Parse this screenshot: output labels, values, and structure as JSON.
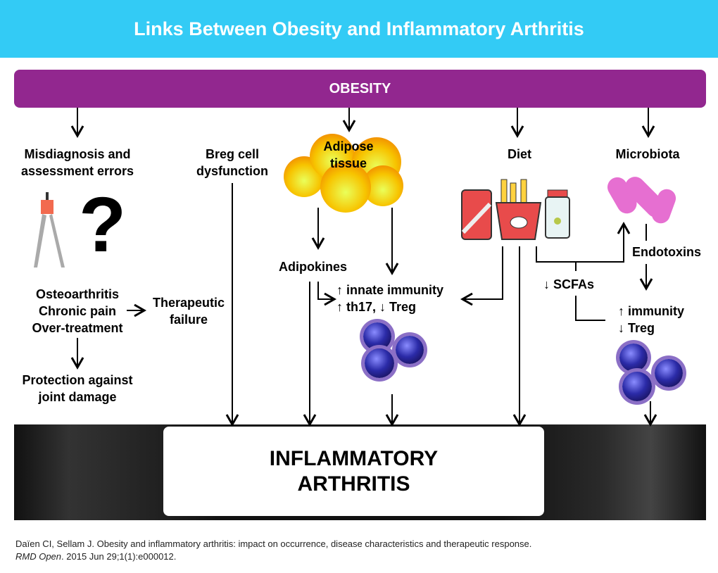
{
  "title": "Links Between Obesity and Inflammatory Arthritis",
  "top": "OBESITY",
  "columns": {
    "misdiagnosis": [
      "Misdiagnosis and",
      "assessment errors"
    ],
    "breg": [
      "Breg cell",
      "dysfunction"
    ],
    "adipose": [
      "Adipose",
      "tissue"
    ],
    "diet": "Diet",
    "microbiota": "Microbiota"
  },
  "effects": {
    "conditions": [
      "Osteoarthritis",
      "Chronic pain",
      "Over-treatment"
    ],
    "therapeutic": [
      "Therapeutic",
      "failure"
    ],
    "protection": [
      "Protection against",
      "joint damage"
    ],
    "adipokines": "Adipokines",
    "innate": "↑  innate immunity",
    "th17": "↑  th17, ↓  Treg",
    "endotoxins": "Endotoxins",
    "scfas": "↓  SCFAs",
    "immunity": "↑  immunity",
    "treg": "↓  Treg"
  },
  "bottom": [
    "INFLAMMATORY",
    "ARTHRITIS"
  ],
  "citation": {
    "line1": "Daïen CI, Sellam J. Obesity and inflammatory arthritis: impact on occurrence, disease characteristics and therapeutic response.",
    "journal": "RMD Open",
    "line2": ". 2015 Jun 29;1(1):e000012."
  },
  "colors": {
    "header": "#33cbf5",
    "obesity": "#92278f"
  }
}
